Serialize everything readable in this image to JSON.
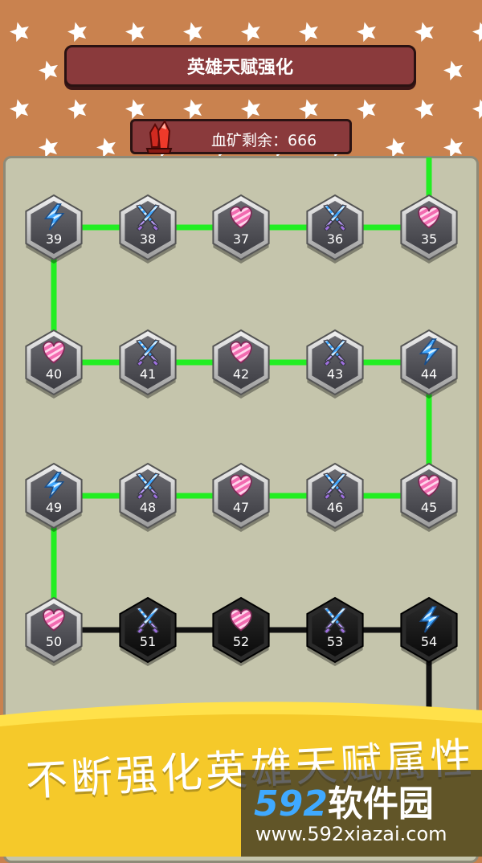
{
  "header": {
    "title": "英雄天赋强化"
  },
  "resource": {
    "label": "血矿剩余：666",
    "icon": "red-crystal-icon"
  },
  "nodes": [
    {
      "num": "35",
      "icon": "heart-icon",
      "active": true
    },
    {
      "num": "36",
      "icon": "crossed-swords-icon",
      "active": true
    },
    {
      "num": "37",
      "icon": "heart-icon",
      "active": true
    },
    {
      "num": "38",
      "icon": "crossed-swords-icon",
      "active": true
    },
    {
      "num": "39",
      "icon": "lightning-icon",
      "active": true
    },
    {
      "num": "40",
      "icon": "heart-icon",
      "active": true
    },
    {
      "num": "41",
      "icon": "crossed-swords-icon",
      "active": true
    },
    {
      "num": "42",
      "icon": "heart-icon",
      "active": true
    },
    {
      "num": "43",
      "icon": "crossed-swords-icon",
      "active": true
    },
    {
      "num": "44",
      "icon": "lightning-icon",
      "active": true
    },
    {
      "num": "45",
      "icon": "heart-icon",
      "active": true
    },
    {
      "num": "46",
      "icon": "crossed-swords-icon",
      "active": true
    },
    {
      "num": "47",
      "icon": "heart-icon",
      "active": true
    },
    {
      "num": "48",
      "icon": "crossed-swords-icon",
      "active": true
    },
    {
      "num": "49",
      "icon": "lightning-icon",
      "active": true
    },
    {
      "num": "50",
      "icon": "heart-icon",
      "active": true
    },
    {
      "num": "51",
      "icon": "crossed-swords-icon",
      "active": false
    },
    {
      "num": "52",
      "icon": "heart-icon",
      "active": false
    },
    {
      "num": "53",
      "icon": "crossed-swords-icon",
      "active": false
    },
    {
      "num": "54",
      "icon": "lightning-icon",
      "active": false
    }
  ],
  "promo": {
    "text": "不断强化英雄天赋属性"
  },
  "watermark": {
    "brand_num": "592",
    "brand_cn": "软件园",
    "url": "www.592xiazai.com"
  },
  "colors": {
    "path_active": "#22ee22",
    "path_locked": "#111111",
    "panel": "#8a3a3c"
  }
}
